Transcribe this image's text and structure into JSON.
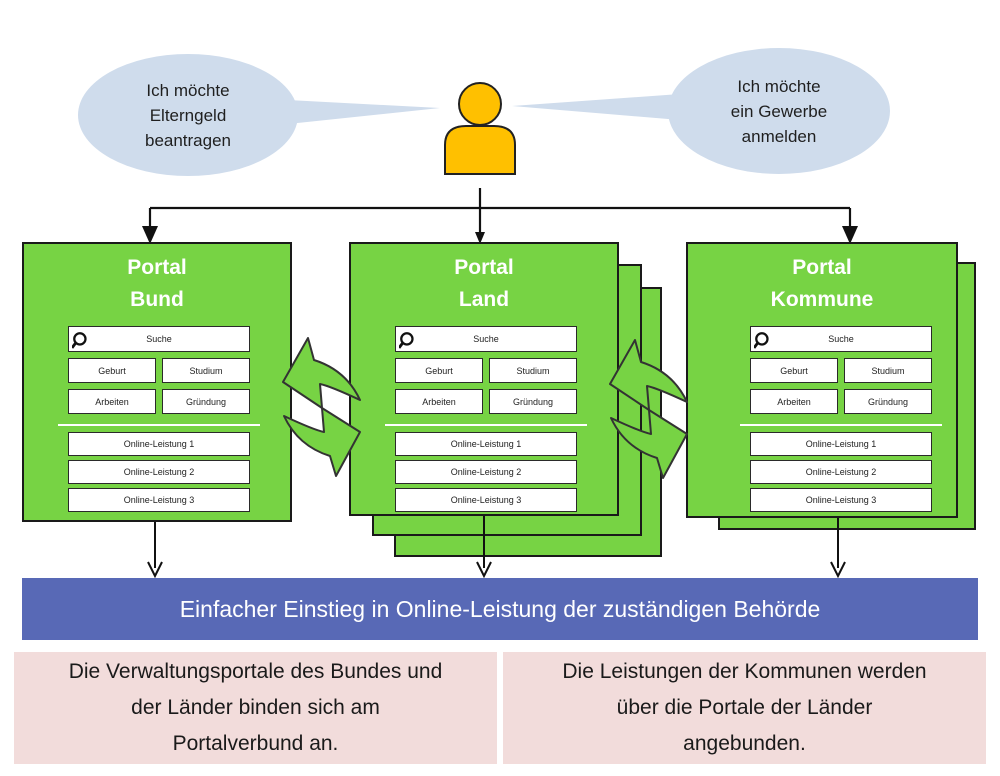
{
  "bubbles": {
    "left": {
      "lines": [
        "Ich möchte",
        "Elterngeld",
        "beantragen"
      ]
    },
    "right": {
      "lines": [
        "Ich möchte",
        "ein Gewerbe",
        "anmelden"
      ]
    }
  },
  "portals": [
    {
      "id": "bund",
      "title_lines": [
        "Portal",
        "Bund"
      ]
    },
    {
      "id": "land",
      "title_lines": [
        "Portal",
        "Land"
      ]
    },
    {
      "id": "kommune",
      "title_lines": [
        "Portal",
        "Kommune"
      ]
    }
  ],
  "portal_ui": {
    "search_label": "Suche",
    "categories": [
      "Geburt",
      "Studium",
      "Arbeiten",
      "Gründung"
    ],
    "services": [
      "Online-Leistung 1",
      "Online-Leistung 2",
      "Online-Leistung 3"
    ]
  },
  "banner": {
    "text": "Einfacher Einstieg in Online-Leistung der zuständigen Behörde"
  },
  "notes": {
    "left": {
      "lines": [
        "Die Verwaltungsportale des Bundes und",
        "der Länder binden sich am",
        "Portalverbund an."
      ]
    },
    "right": {
      "lines": [
        "Die Leistungen der Kommunen werden",
        "über die Portale der Länder",
        "angebunden."
      ]
    }
  },
  "colors": {
    "portal_green": "#77d344",
    "banner_blue": "#5869b6",
    "bubble_blue": "#cfdcec",
    "note_pink": "#f2dcdb",
    "person_yellow": "#ffc000"
  }
}
